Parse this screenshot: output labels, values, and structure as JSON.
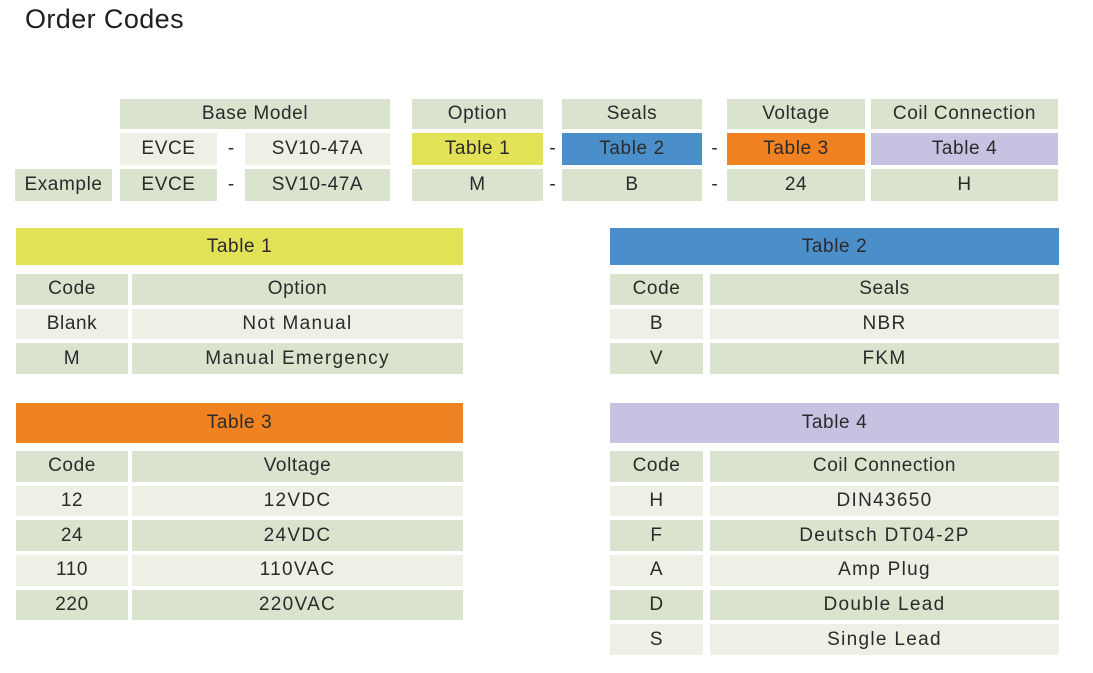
{
  "title": "Order Codes",
  "colors": {
    "cell_green": "#dae3ce",
    "cell_light": "#edf0e5",
    "table1_accent": "#e3e155",
    "table2_accent": "#4b8fca",
    "table3_accent": "#f08222",
    "table4_accent": "#c6c2e2",
    "text": "#2b2b2b"
  },
  "builder": {
    "separator": "-",
    "header": {
      "base_model": "Base Model",
      "option": "Option",
      "seals": "Seals",
      "voltage": "Voltage",
      "coil_connection": "Coil Connection"
    },
    "model_row": {
      "series": "EVCE",
      "base": "SV10-47A",
      "option_ref": "Table 1",
      "seals_ref": "Table 2",
      "voltage_ref": "Table 3",
      "coil_ref": "Table 4"
    },
    "example_row": {
      "label": "Example",
      "series": "EVCE",
      "base": "SV10-47A",
      "option": "M",
      "seals": "B",
      "voltage": "24",
      "coil": "H"
    }
  },
  "tables": {
    "t1": {
      "title": "Table 1",
      "code_header": "Code",
      "value_header": "Option",
      "rows": [
        {
          "code": "Blank",
          "value": "Not Manual"
        },
        {
          "code": "M",
          "value": "Manual Emergency"
        }
      ]
    },
    "t2": {
      "title": "Table 2",
      "code_header": "Code",
      "value_header": "Seals",
      "rows": [
        {
          "code": "B",
          "value": "NBR"
        },
        {
          "code": "V",
          "value": "FKM"
        }
      ]
    },
    "t3": {
      "title": "Table 3",
      "code_header": "Code",
      "value_header": "Voltage",
      "rows": [
        {
          "code": "12",
          "value": "12VDC"
        },
        {
          "code": "24",
          "value": "24VDC"
        },
        {
          "code": "110",
          "value": "110VAC"
        },
        {
          "code": "220",
          "value": "220VAC"
        }
      ]
    },
    "t4": {
      "title": "Table 4",
      "code_header": "Code",
      "value_header": "Coil Connection",
      "rows": [
        {
          "code": "H",
          "value": "DIN43650"
        },
        {
          "code": "F",
          "value": "Deutsch DT04-2P"
        },
        {
          "code": "A",
          "value": "Amp Plug"
        },
        {
          "code": "D",
          "value": "Double Lead"
        },
        {
          "code": "S",
          "value": "Single Lead"
        }
      ]
    }
  }
}
